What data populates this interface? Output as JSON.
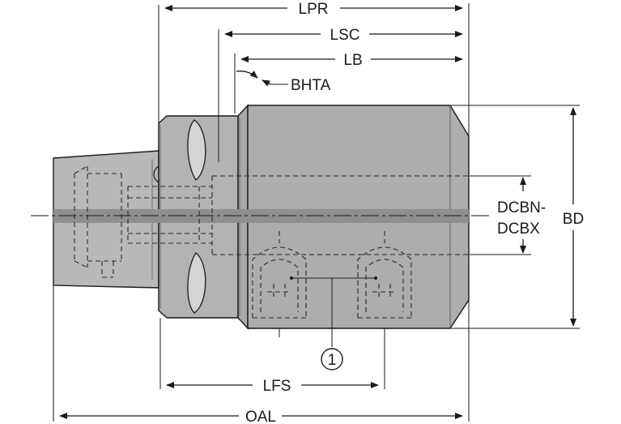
{
  "diagram": {
    "labels": {
      "lpr": "LPR",
      "lsc": "LSC",
      "lb": "LB",
      "bhta": "BHTA",
      "dcbn": "DCBN-",
      "dcbx": "DCBX",
      "bd": "BD",
      "callout": "1",
      "lfs": "LFS",
      "oal": "OAL"
    },
    "colors": {
      "body_fill": "#adadad",
      "shank_fill": "#b8b8b8",
      "axis_band": "#8f8f8f",
      "line": "#1a1a1a"
    }
  }
}
